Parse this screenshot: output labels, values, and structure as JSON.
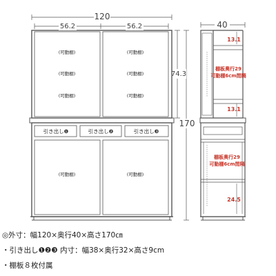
{
  "front": {
    "width": "120",
    "col_left": "56.2",
    "col_right": "56.2",
    "upper_height": "74.3",
    "total_height": "170",
    "shelf_label": "(可動棚)",
    "drawers": [
      "引き出し❶",
      "引き出し❷",
      "引き出し❸"
    ]
  },
  "side": {
    "depth": "40",
    "upper_top": "13.1",
    "upper_bottom": "13.1",
    "lower_gap": "24.5",
    "upper_note_1": "棚板奥行29",
    "upper_note_2": "可動棚6cm間隔",
    "lower_note_1": "棚板奥行29",
    "lower_note_2": "可動棚6cm間隔"
  },
  "notes": {
    "outer": "◎外寸：幅120×奥行40×高さ170㎝",
    "drawer": "・引き出し❶❷❸ 内寸：幅38×奥行32×高さ9cm",
    "shelves": "・棚板８枚付属"
  },
  "colors": {
    "line": "#555555",
    "accent": "#c8362a"
  }
}
